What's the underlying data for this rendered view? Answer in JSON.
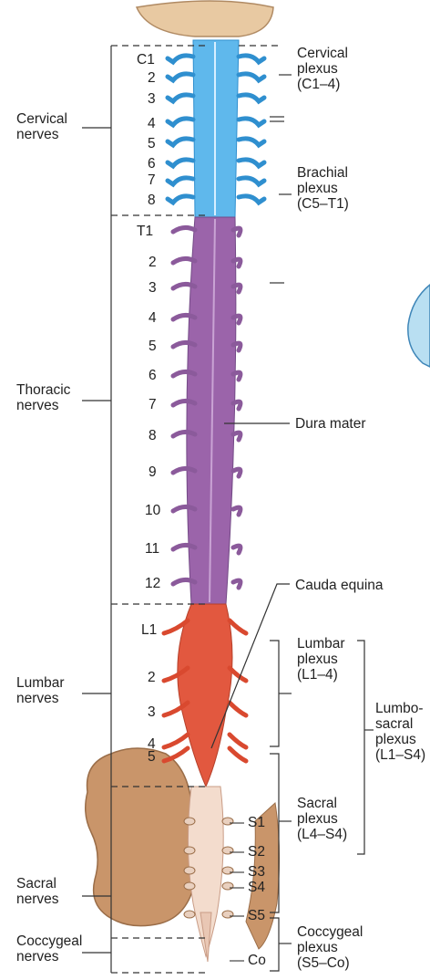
{
  "left_groups": [
    {
      "id": "cervical",
      "lines": [
        "Cervical",
        "nerves"
      ]
    },
    {
      "id": "thoracic",
      "lines": [
        "Thoracic",
        "nerves"
      ]
    },
    {
      "id": "lumbar",
      "lines": [
        "Lumbar",
        "nerves"
      ]
    },
    {
      "id": "sacral",
      "lines": [
        "Sacral",
        "nerves"
      ]
    },
    {
      "id": "coccygeal",
      "lines": [
        "Coccygeal",
        "nerves"
      ]
    }
  ],
  "segments": {
    "cervical": [
      "C1",
      "2",
      "3",
      "4",
      "5",
      "6",
      "7",
      "8"
    ],
    "thoracic": [
      "T1",
      "2",
      "3",
      "4",
      "5",
      "6",
      "7",
      "8",
      "9",
      "10",
      "11",
      "12"
    ],
    "lumbar": [
      "L1",
      "2",
      "3",
      "4",
      "5"
    ],
    "sacral": [
      "S1",
      "S2",
      "S3",
      "S4",
      "S5"
    ],
    "coccygeal": [
      "Co"
    ]
  },
  "right_labels": {
    "cervical_plexus": [
      "Cervical",
      "plexus",
      "(C1–4)"
    ],
    "brachial_plexus": [
      "Brachial",
      "plexus",
      "(C5–T1)"
    ],
    "dura_mater": "Dura mater",
    "cauda_equina": "Cauda equina",
    "lumbar_plexus": [
      "Lumbar",
      "plexus",
      "(L1–4)"
    ],
    "sacral_plexus": [
      "Sacral",
      "plexus",
      "(L4–S4)"
    ],
    "lumbosacral_plexus": [
      "Lumbo-",
      "sacral",
      "plexus",
      "(L1–S4)"
    ],
    "coccygeal_plexus": [
      "Coccygeal",
      "plexus",
      "(S5–Co)"
    ]
  },
  "colors": {
    "cervical": "#5fb8ec",
    "thoracic": "#9b64aa",
    "lumbar": "#e2583f",
    "sacral": "#f3dccd",
    "bone": "#c9956a",
    "brain": "#e8c9a2"
  }
}
